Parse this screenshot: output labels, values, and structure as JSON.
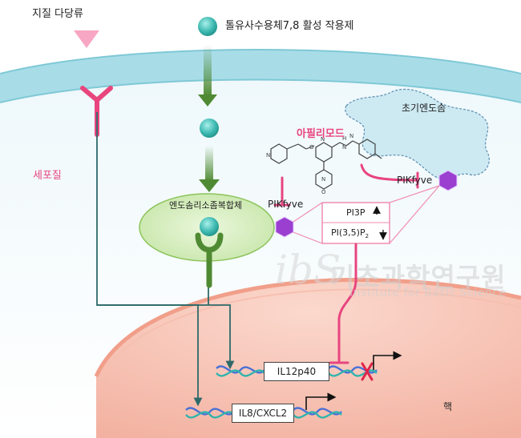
{
  "labels": {
    "ligand_receptor": "지질 다당류",
    "agonist": "톨유사수용체7,8 활성 작용제",
    "cytoplasm": "세포질",
    "early_endosome": "초기엔도솜",
    "apilimod": "아필리모드",
    "endolysosome": "엔도솜리소좀복합체",
    "pikfyve_left": "PIKfyve",
    "pikfyve_right": "PIKfyve",
    "pi3p": "PI3P",
    "pi35p2_base": "PI(3,5)P",
    "pi35p2_sub": "2",
    "gene1": "IL12p40",
    "gene2": "IL8/CXCL2",
    "nucleus": "핵"
  },
  "watermark": {
    "mark": "ibS",
    "name": "기초과학연구원",
    "english": "Institute for Basic Science"
  },
  "colors": {
    "pink": "#e8457e",
    "green": "#4f8a33",
    "teal": "#3fb8b0",
    "purple": "#9a3fd0",
    "membrane": "#a8dde8",
    "nucleus": "#f7c5b8",
    "endolysosome": "#d9efc4",
    "early_endosome": "#cde9f2"
  }
}
